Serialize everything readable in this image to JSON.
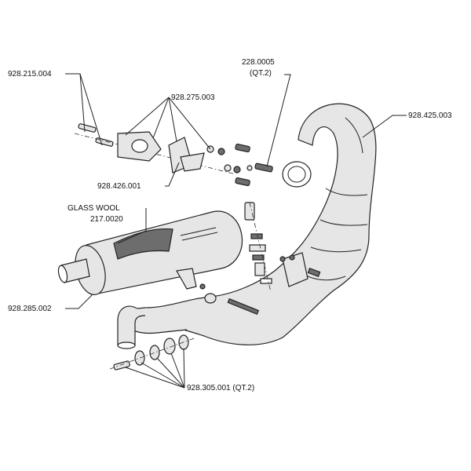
{
  "labels": {
    "bolt_set": "928.215.004",
    "studs_nuts": "928.275.003",
    "gasket": "228.0005",
    "gasket_qty": "(QT.2)",
    "pipe": "928.425.003",
    "bracket": "928.426.001",
    "glass_wool": "GLASS WOOL",
    "glass_wool_code": "217.0020",
    "silencer": "928.285.002",
    "mount_kit": "928.305.001 (QT.2)"
  }
}
